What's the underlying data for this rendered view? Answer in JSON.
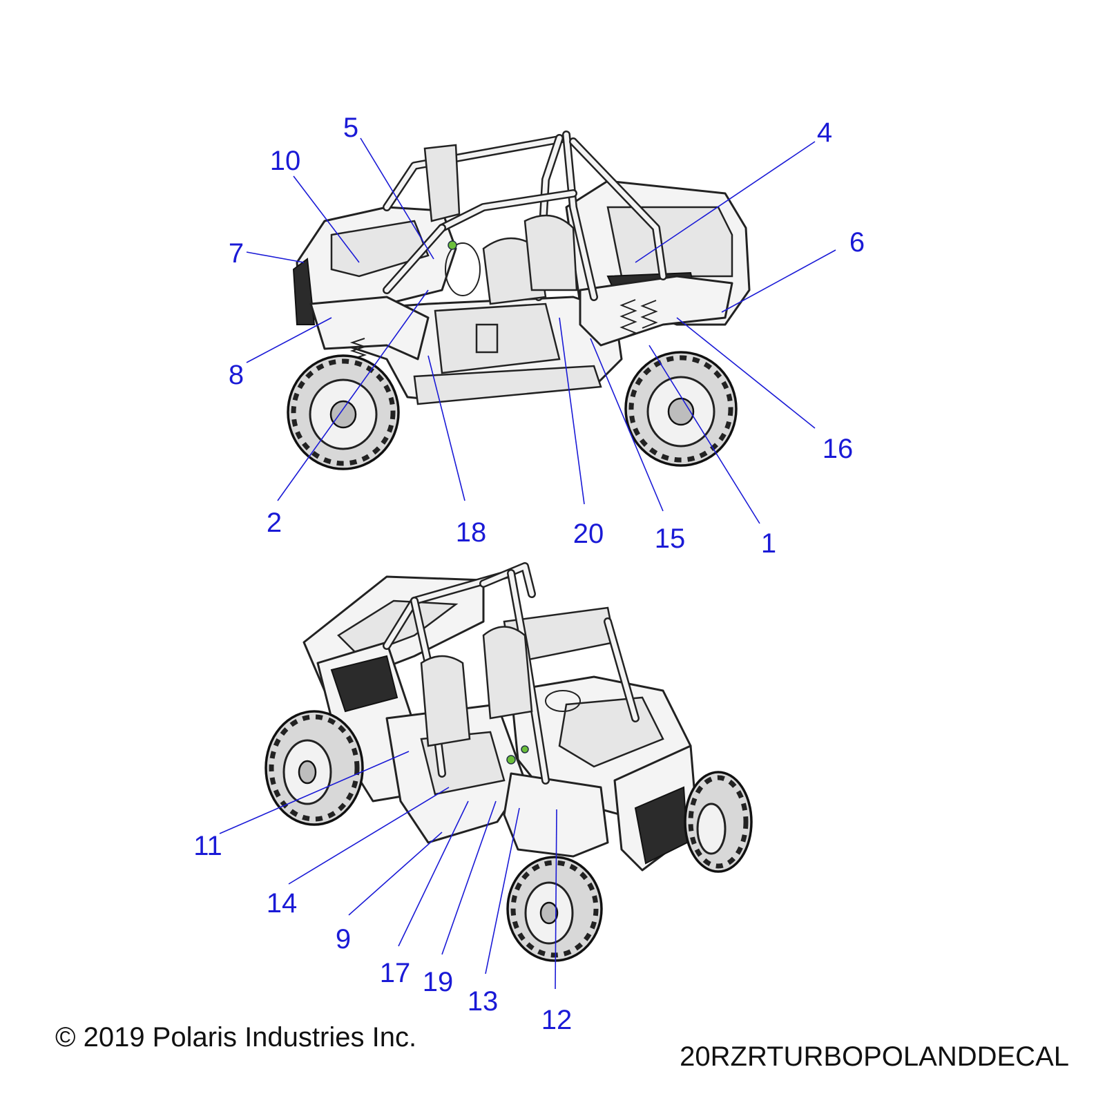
{
  "copyright": "© 2019 Polaris Industries Inc.",
  "drawing_code": "20RZRTURBOPOLANDDECAL",
  "callout_color": "#1a1ad6",
  "views": [
    {
      "name": "side-view",
      "callouts": [
        "5",
        "10",
        "4",
        "7",
        "6",
        "8",
        "16",
        "2",
        "18",
        "20",
        "15",
        "1"
      ]
    },
    {
      "name": "front-three-quarter-view",
      "callouts": [
        "11",
        "14",
        "9",
        "17",
        "19",
        "13",
        "12"
      ]
    }
  ]
}
